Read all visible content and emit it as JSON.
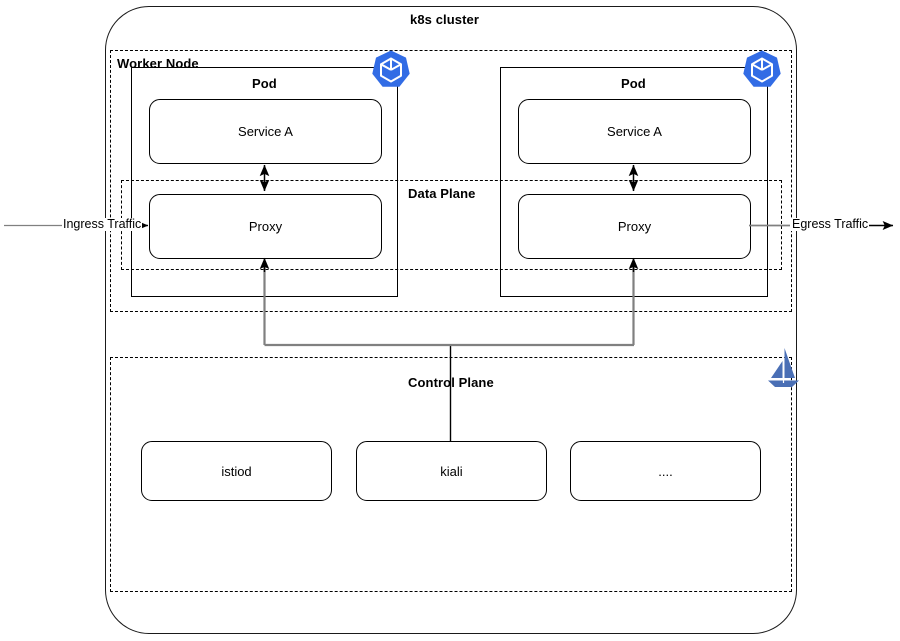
{
  "diagram": {
    "title": "k8s cluster",
    "cluster": {
      "label": "k8s cluster"
    },
    "worker_node": {
      "label": "Worker Node"
    },
    "data_plane": {
      "label": "Data Plane"
    },
    "control_plane": {
      "label": "Control Plane"
    },
    "pods": [
      {
        "label": "Pod",
        "service": "Service A",
        "proxy": "Proxy",
        "icon": "kubernetes-icon"
      },
      {
        "label": "Pod",
        "service": "Service A",
        "proxy": "Proxy",
        "icon": "kubernetes-icon"
      }
    ],
    "control_plane_components": [
      {
        "label": "istiod"
      },
      {
        "label": "kiali"
      },
      {
        "label": "...."
      }
    ],
    "traffic": {
      "ingress": "Ingress Traffic",
      "egress": "Egress Traffic"
    },
    "icons": {
      "kubernetes": "kubernetes-icon",
      "istio": "istio-sail-icon"
    },
    "colors": {
      "kubernetes_blue": "#326CE5",
      "istio_blue": "#4A6FB5",
      "line_gray": "#666666",
      "line_black": "#000000",
      "background": "#FFFFFF"
    }
  }
}
